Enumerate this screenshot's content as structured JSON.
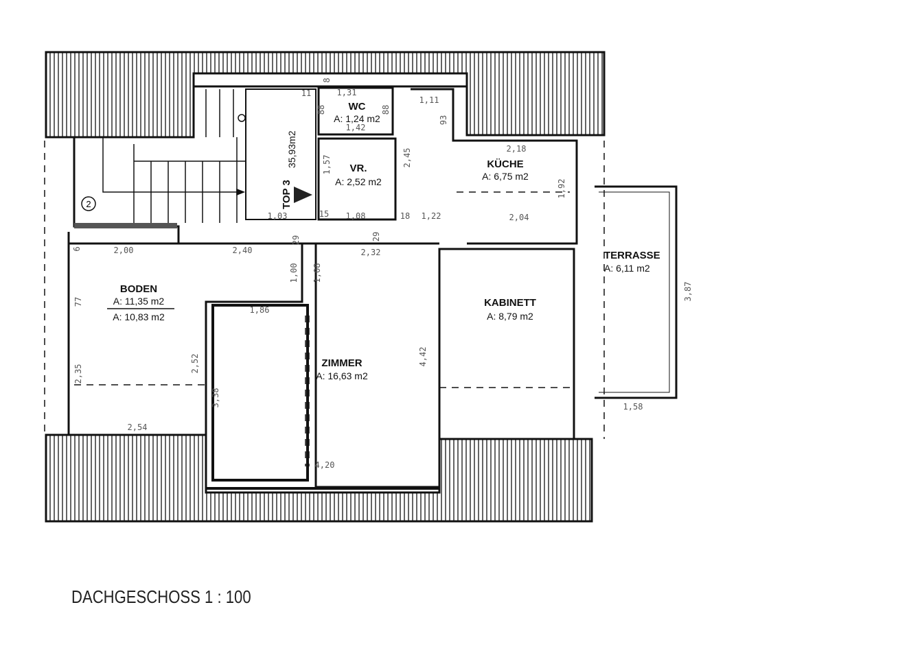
{
  "plan": {
    "title": "DACHGESCHOSS  1 : 100",
    "marker": "2",
    "colors": {
      "line": "#111111",
      "dimension": "#555555",
      "paper": "#ffffff"
    },
    "rooms": [
      {
        "name": "WC",
        "area": "A: 1,24 m2"
      },
      {
        "name": "VR.",
        "area": "A: 2,52 m2"
      },
      {
        "name": "KÜCHE",
        "area": "A: 6,75 m2"
      },
      {
        "name": "TOP 3",
        "area": "35,93m2"
      },
      {
        "name": "BODEN",
        "area": "A: 11,35 m2",
        "area2": "A: 10,83 m2"
      },
      {
        "name": "ZIMMER",
        "area": "A: 16,63 m2"
      },
      {
        "name": "KABINETT",
        "area": "A: 8,79 m2"
      },
      {
        "name": "TERRASSE",
        "area": "A: 6,11 m2"
      }
    ],
    "dimensions": [
      "1,31",
      "1,42",
      "8",
      "11",
      "88",
      "88",
      "1,11",
      "93",
      "2,18",
      "1,92",
      "2,45",
      "1,57",
      "1,03",
      "15",
      "1,08",
      "18",
      "1,22",
      "2,04",
      "29",
      "29",
      "2,00",
      "2,40",
      "2,32",
      "1,00",
      "1,08",
      "77",
      "1,86",
      "2,35",
      "2,52",
      "3,38",
      "2,54",
      "4,42",
      "4,20",
      "3,87",
      "1,58",
      "6"
    ]
  }
}
